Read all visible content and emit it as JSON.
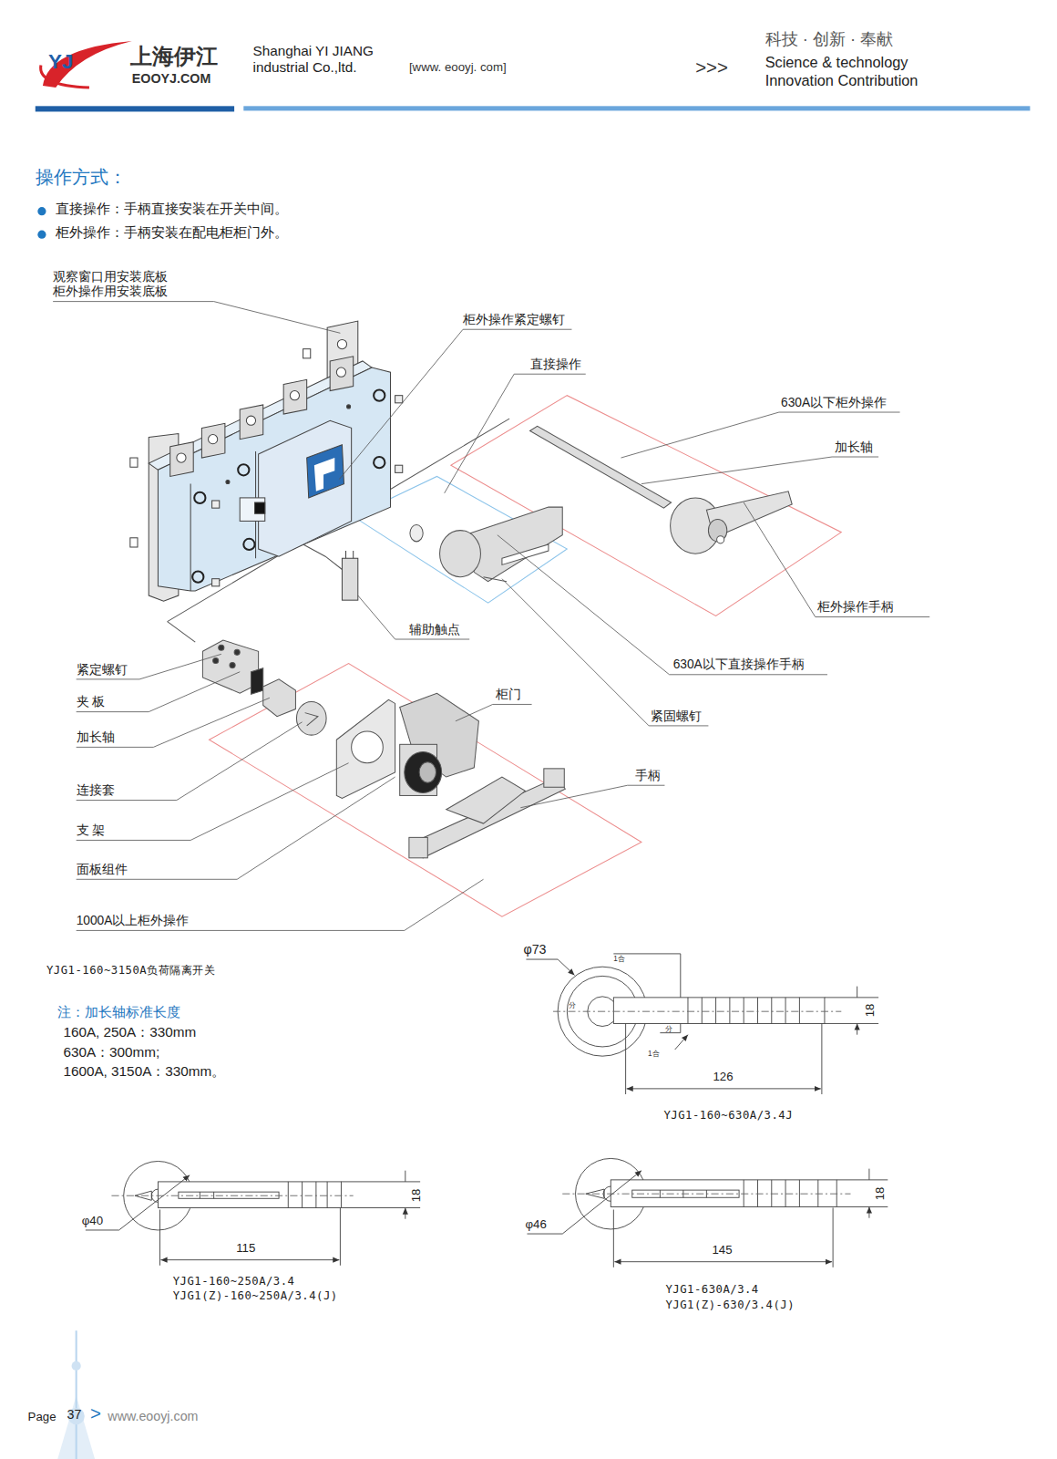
{
  "diagram": {
    "title": "操作方式：",
    "labels": [
      "YJ",
      "上海伊江",
      "EOOYJ.COM",
      "Shanghai YI JIANG industrial Co.,ltd.",
      "[www. eooyj. com]",
      "科技 · 创新 · 奉献",
      ">>>",
      "Science & technology Innovation Contribution",
      "直接操作：手柄直接安装在开关中间。",
      "柜外操作：手柄安装在配电柜柜门外。",
      "观察窗口用安装底板",
      "柜外操作用安装底板",
      "柜外操作紧定螺钉",
      "直接操作",
      "630A以下柜外操作",
      "加长轴",
      "柜外操作手柄",
      "辅助触点",
      "紧定螺钉",
      "630A以下直接操作手柄",
      "夹 板",
      "柜门",
      "紧固螺钉",
      "加长轴",
      "手柄",
      "连接套",
      "支 架",
      "面板组件",
      "1000A以上柜外操作",
      "YJG1-160~3150A负荷隔离开关",
      "φ73",
      "1合",
      "分",
      "18",
      "分",
      "1合",
      "注：加长轴标准长度",
      "160A, 250A：330mm",
      "630A：300mm;",
      "1600A, 3150A：330mm。",
      "126",
      "YJG1-160~630A/3.4J",
      "18",
      "φ40",
      "115",
      "YJG1-160~250A/3.4",
      "YJG1(Z)-160~250A/3.4(J)",
      "18",
      "φ46",
      "145",
      "YJG1-630A/3.4",
      "YJG1(Z)-630/3.4(J)",
      "Page",
      "37",
      ">",
      "www.eooyj.com"
    ]
  }
}
